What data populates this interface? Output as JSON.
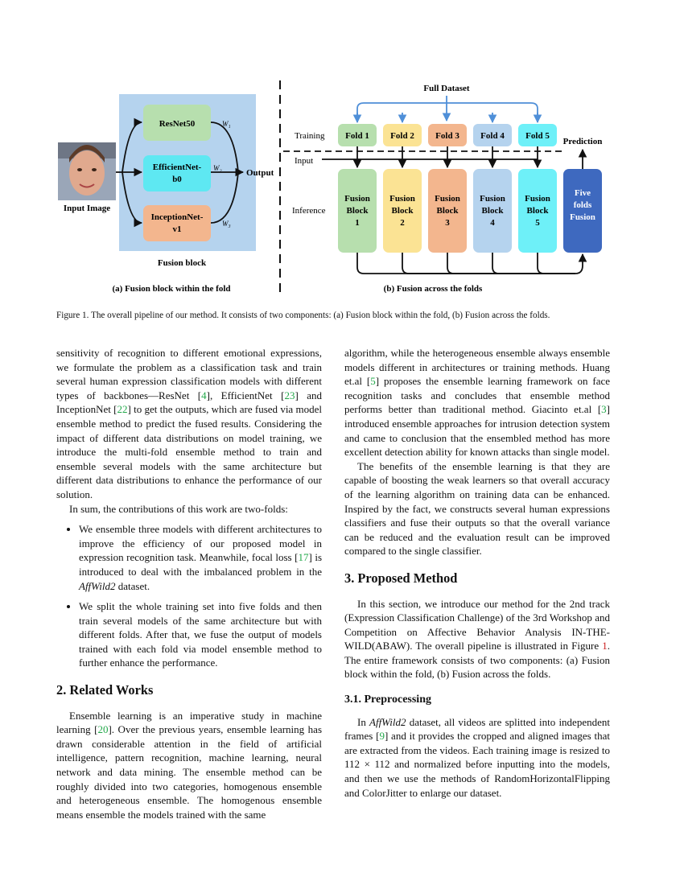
{
  "figure": {
    "panel_a": {
      "input_label": "Input Image",
      "models": [
        {
          "line1": "ResNet50",
          "line2": "",
          "weight": "W₁",
          "color": "#b7dfae"
        },
        {
          "line1": "EfficientNet-",
          "line2": "b0",
          "weight": "W₂",
          "color": "#5ee8f2"
        },
        {
          "line1": "InceptionNet-",
          "line2": "v1",
          "weight": "W₃",
          "color": "#f3b68e"
        }
      ],
      "output_label": "Output",
      "block_label": "Fusion block",
      "caption": "(a) Fusion block within the fold",
      "bg_color": "#b5d3ee"
    },
    "panel_b": {
      "full_dataset": "Full Dataset",
      "training_label": "Training",
      "input_label": "Input",
      "inference_label": "Inference",
      "prediction_label": "Prediction",
      "folds": [
        {
          "label": "Fold 1",
          "color": "#b7dfae"
        },
        {
          "label": "Fold 2",
          "color": "#fbe394"
        },
        {
          "label": "Fold 3",
          "color": "#f3b68e"
        },
        {
          "label": "Fold 4",
          "color": "#b5d3ee"
        },
        {
          "label": "Fold 5",
          "color": "#6ef0f8"
        }
      ],
      "blocks": [
        {
          "line1": "Fusion",
          "line2": "Block",
          "line3": "1"
        },
        {
          "line1": "Fusion",
          "line2": "Block",
          "line3": "2"
        },
        {
          "line1": "Fusion",
          "line2": "Block",
          "line3": "3"
        },
        {
          "line1": "Fusion",
          "line2": "Block",
          "line3": "4"
        },
        {
          "line1": "Fusion",
          "line2": "Block",
          "line3": "5"
        }
      ],
      "final_block": {
        "line1": "Five",
        "line2": "folds",
        "line3": "Fusion",
        "color": "#3e69bf"
      },
      "caption": "(b) Fusion across the folds",
      "arrow_color": "#4f8fd8"
    },
    "caption": "Figure 1. The overall pipeline of our method. It consists of two components: (a) Fusion block within the fold, (b) Fusion across the folds."
  },
  "left": {
    "p1": {
      "a": "sensitivity of recognition to different emotional expressions, we formulate the problem as a classification task and train several human expression classification models with different types of backbones—ResNet [",
      "c1": "4",
      "b": "], EfficientNet [",
      "c2": "23",
      "c": "] and InceptionNet [",
      "c3": "22",
      "d": "] to get the outputs, which are fused via model ensemble method to predict the fused results. Considering the impact of different data distributions on model training, we introduce the multi-fold ensemble method to train and ensemble several models with the same architecture but different data distributions to enhance the performance of our solution."
    },
    "p2": "In sum, the contributions of this work are two-folds:",
    "b1": {
      "a": "We ensemble three models with different architectures to improve the efficiency of our proposed model in expression recognition task. Meanwhile, focal loss [",
      "c1": "17",
      "b": "] is introduced to deal with the imbalanced problem in the ",
      "em": "AffWild2",
      "c": " dataset."
    },
    "b2": "We split the whole training set into five folds and then train several models of the same architecture but with different folds. After that, we fuse the output of models trained with each fold via model ensemble method to further enhance the performance.",
    "h2": "2. Related Works",
    "p3": {
      "a": "Ensemble learning is an imperative study in machine learning [",
      "c1": "20",
      "b": "]. Over the previous years, ensemble learning has drawn considerable attention in the field of artificial intelligence, pattern recognition, machine learning, neural network and data mining. The ensemble method can be roughly divided into two categories, homogenous ensemble and heterogeneous ensemble. The homogenous ensemble means ensemble the models trained with the same"
    }
  },
  "right": {
    "p1": {
      "a": "algorithm, while the heterogeneous ensemble always ensemble models different in architectures or training methods. Huang et.al [",
      "c1": "5",
      "b": "] proposes the ensemble learning framework on face recognition tasks and concludes that ensemble method performs better than traditional method. Giacinto et.al [",
      "c2": "3",
      "c": "] introduced ensemble approaches for intrusion detection system and came to conclusion that the ensembled method has more excellent detection ability for known attacks than single model."
    },
    "p2": "The benefits of the ensemble learning is that they are capable of boosting the weak learners so that overall accuracy of the learning algorithm on training data can be enhanced. Inspired by the fact, we constructs several human expressions classifiers and fuse their outputs so that the overall variance can be reduced and the evaluation result can be improved compared to the single classifier.",
    "h2": "3. Proposed Method",
    "p3": {
      "a": "In this section, we introduce our method for the 2nd track (Expression Classification Challenge) of the 3rd Workshop and Competition on Affective Behavior Analysis IN-THE-WILD(ABAW). The overall pipeline is illustrated in Figure ",
      "ref": "1",
      "b": ". The entire framework consists of two components: (a) Fusion block within the fold, (b) Fusion across the folds."
    },
    "h3": "3.1. Preprocessing",
    "p4": {
      "em": "AffWild2",
      "a": "In ",
      "b": " dataset, all videos are splitted into independent frames [",
      "c1": "9",
      "c": "] and it provides the cropped and aligned images that are extracted from the videos. Each training image is resized to 112 × 112 and normalized before inputting into the models, and then we use the methods of RandomHorizontalFlipping and ColorJitter to enlarge our dataset."
    }
  }
}
